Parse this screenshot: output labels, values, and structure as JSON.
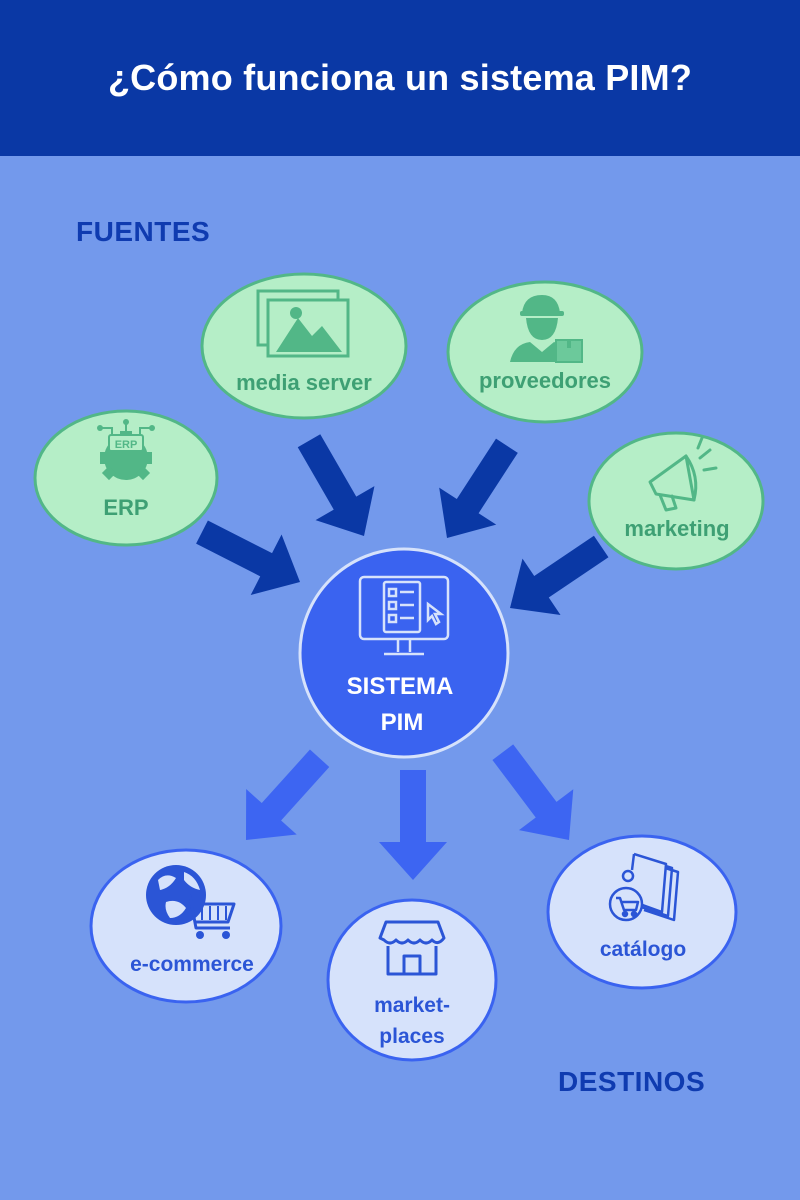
{
  "header": {
    "title": "¿Cómo funciona un sistema PIM?"
  },
  "labels": {
    "sources": "FUENTES",
    "destinations": "DESTINOS"
  },
  "center": {
    "line1": "SISTEMA",
    "line2": "PIM",
    "icon": "monitor-list-icon"
  },
  "sources": [
    {
      "label": "ERP",
      "icon": "erp-gear-icon"
    },
    {
      "label": "media server",
      "icon": "image-gallery-icon"
    },
    {
      "label": "proveedores",
      "icon": "delivery-person-icon"
    },
    {
      "label": "marketing",
      "icon": "megaphone-icon"
    }
  ],
  "destinations": [
    {
      "label": "e-commerce",
      "icon": "globe-cart-icon"
    },
    {
      "label1": "market-",
      "label2": "places",
      "icon": "storefront-icon"
    },
    {
      "label": "catálogo",
      "icon": "catalog-icon"
    }
  ],
  "colors": {
    "header_bg": "#0a38a5",
    "page_bg": "#7399ec",
    "section_label": "#0f3bb0",
    "source_fill": "#b5eec7",
    "source_stroke": "#52b787",
    "source_text": "#3ea074",
    "destination_fill": "#d6e2fb",
    "destination_stroke": "#3a63f0",
    "destination_text": "#2b55d6",
    "center_fill": "#3a63f0",
    "center_stroke": "#d6e2fb",
    "arrow_in": "#0a38a5",
    "arrow_out": "#3d65f2"
  }
}
